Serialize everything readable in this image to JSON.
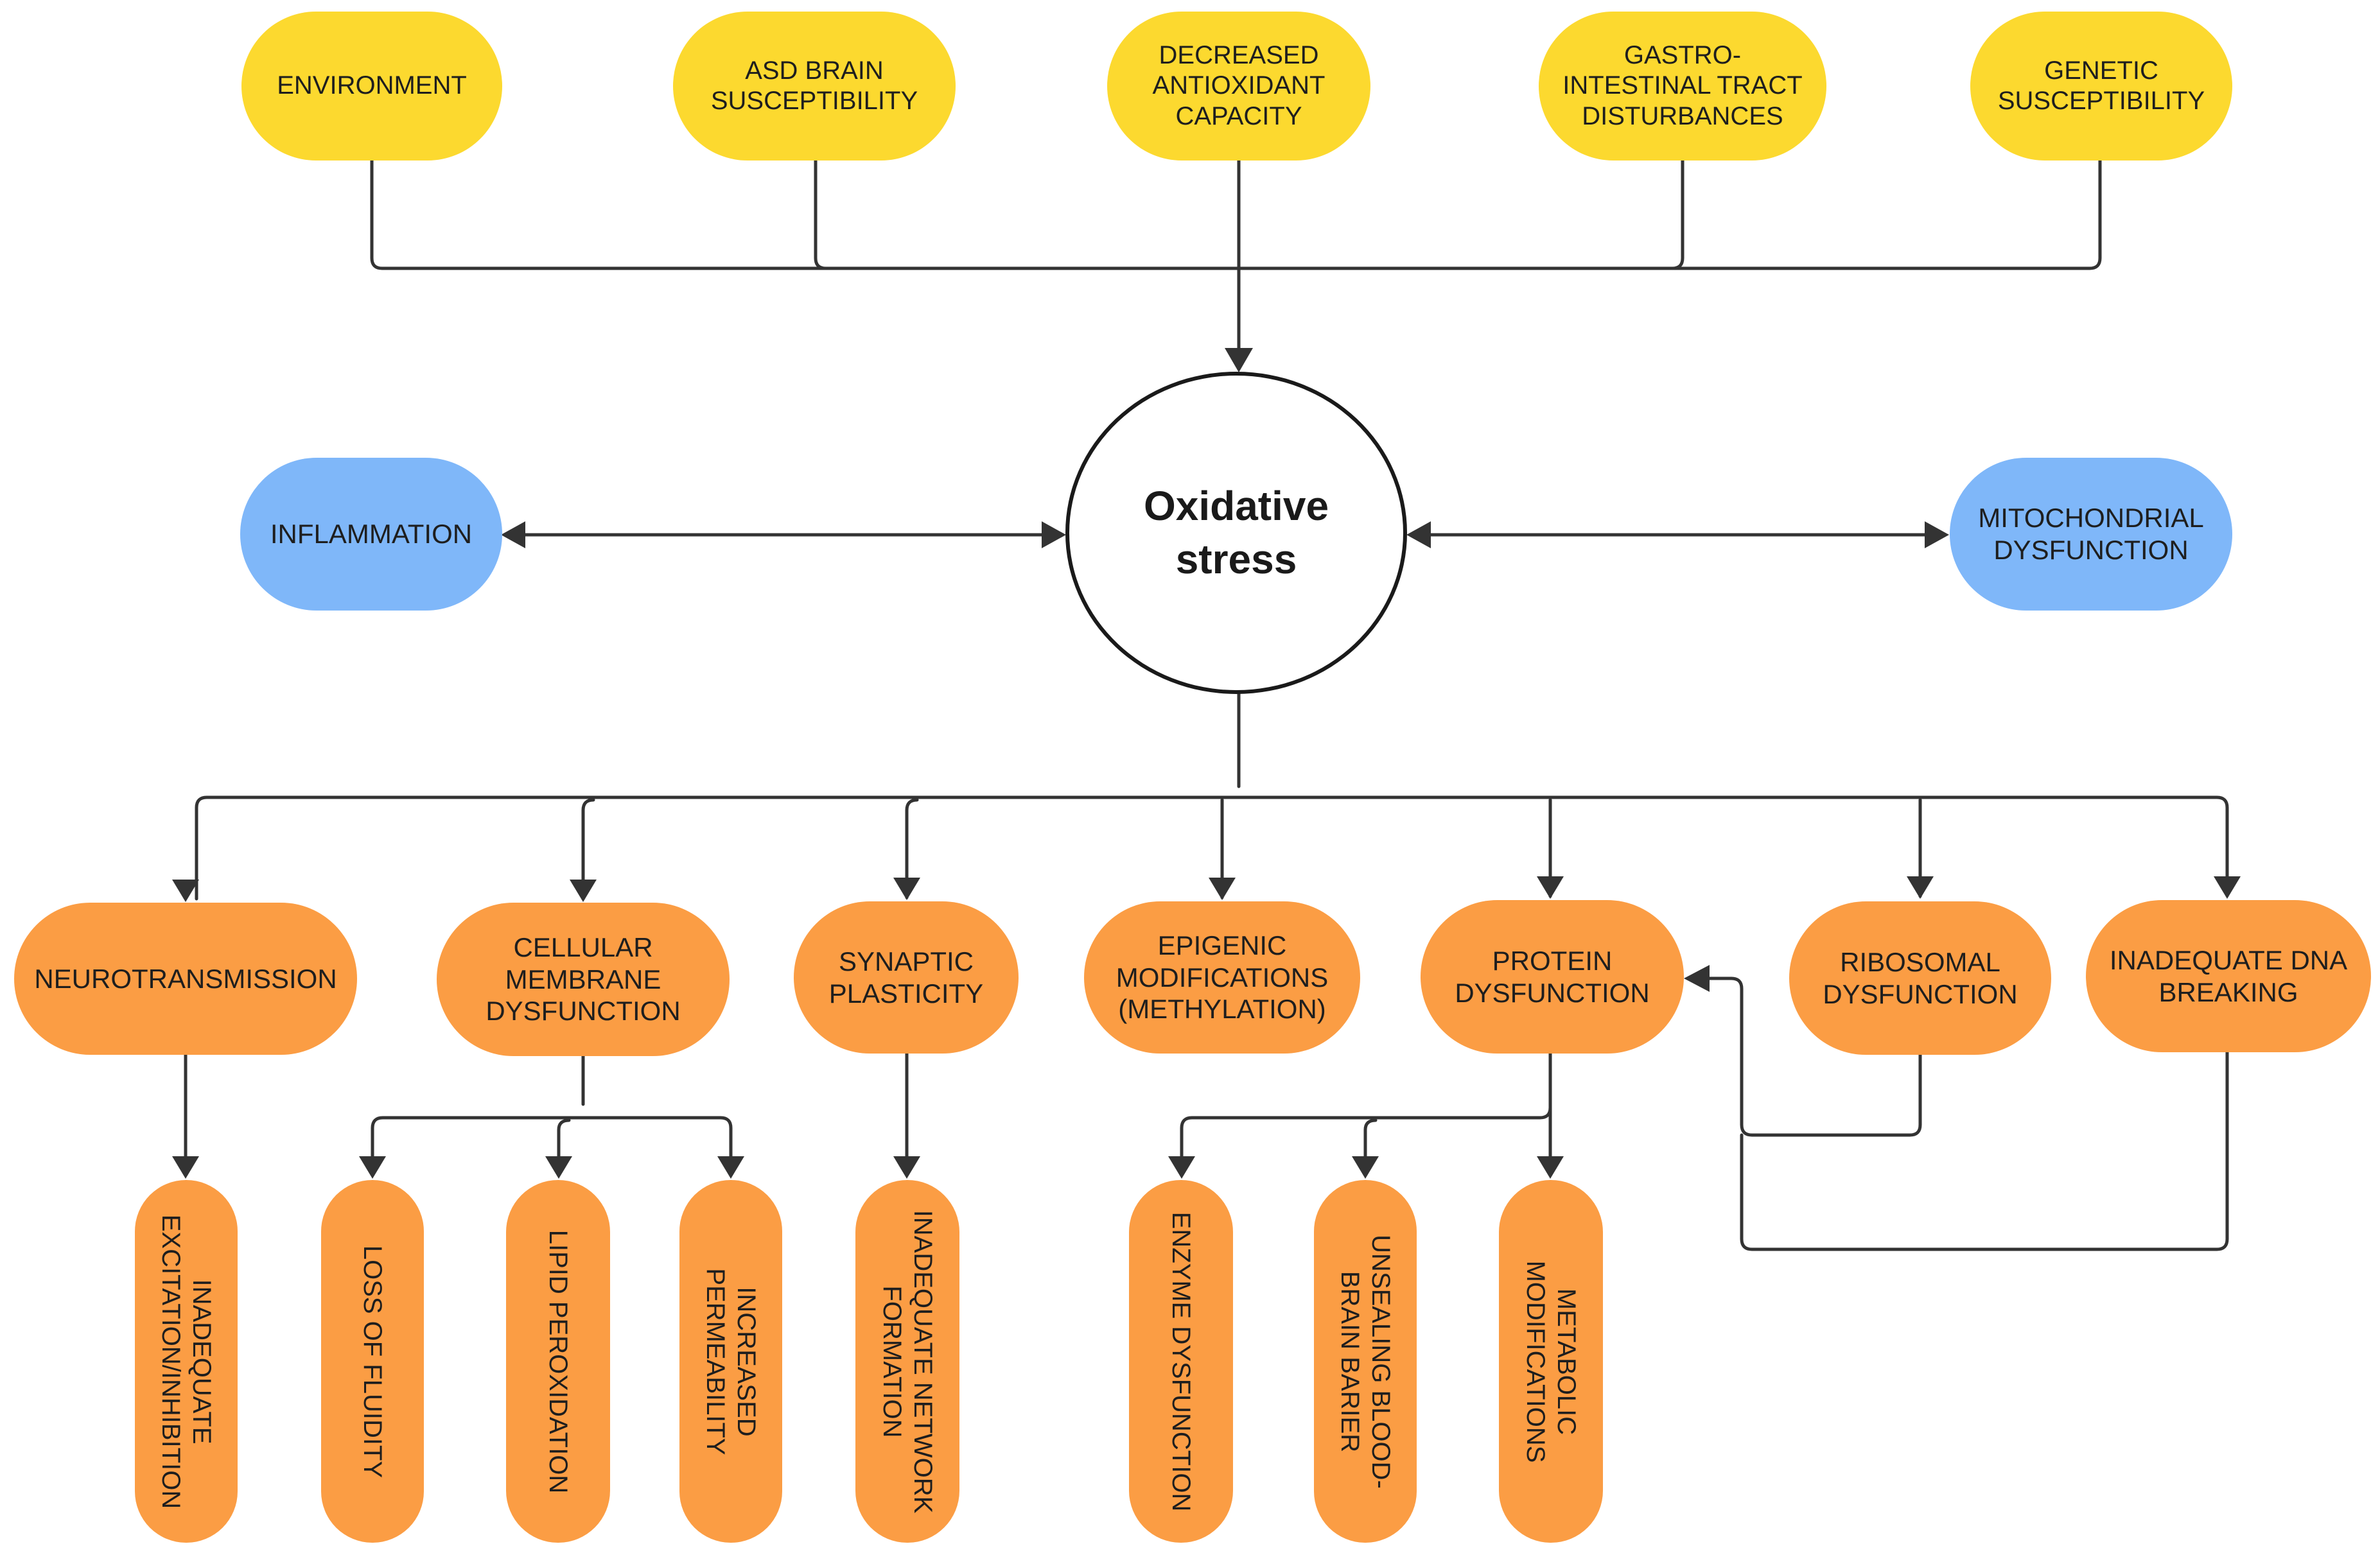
{
  "center": {
    "label": "Oxidative\nstress"
  },
  "causes": [
    "ENVIRONMENT",
    "ASD BRAIN\nSUSCEPTIBILITY",
    "DECREASED\nANTIOXIDANT\nCAPACITY",
    "GASTRO-\nINTESTINAL TRACT\nDISTURBANCES",
    "GENETIC\nSUSCEPTIBILITY"
  ],
  "bidirectional": {
    "left": "INFLAMMATION",
    "right": "MITOCHONDRIAL\nDYSFUNCTION"
  },
  "effects": [
    "NEUROTRANSMISSION",
    "CELLULAR\nMEMBRANE\nDYSFUNCTION",
    "SYNAPTIC\nPLASTICITY",
    "EPIGENIC\nMODIFICATIONS\n(METHYLATION)",
    "PROTEIN\nDYSFUNCTION",
    "RIBOSOMAL\nDYSFUNCTION",
    "INADEQUATE DNA\nBREAKING"
  ],
  "outcomes": [
    "INADEQUATE\nEXCITATION/INHIBITION",
    "LOSS OF FLUIDITY",
    "LIPID PEROXIDATION",
    "INCREASED\nPERMEABILITY",
    "INADEQUATE NETWORK\nFORMATION",
    "ENZYME DYSFUNCTION",
    "UNSEALING BLOOD-\nBRAIN BARIER",
    "METABOLIC\nMODIFICATIONS"
  ],
  "colors": {
    "cause": "#fcd92f",
    "bidirectional": "#7fb7f9",
    "effect": "#fb9d44",
    "line": "#333333"
  }
}
